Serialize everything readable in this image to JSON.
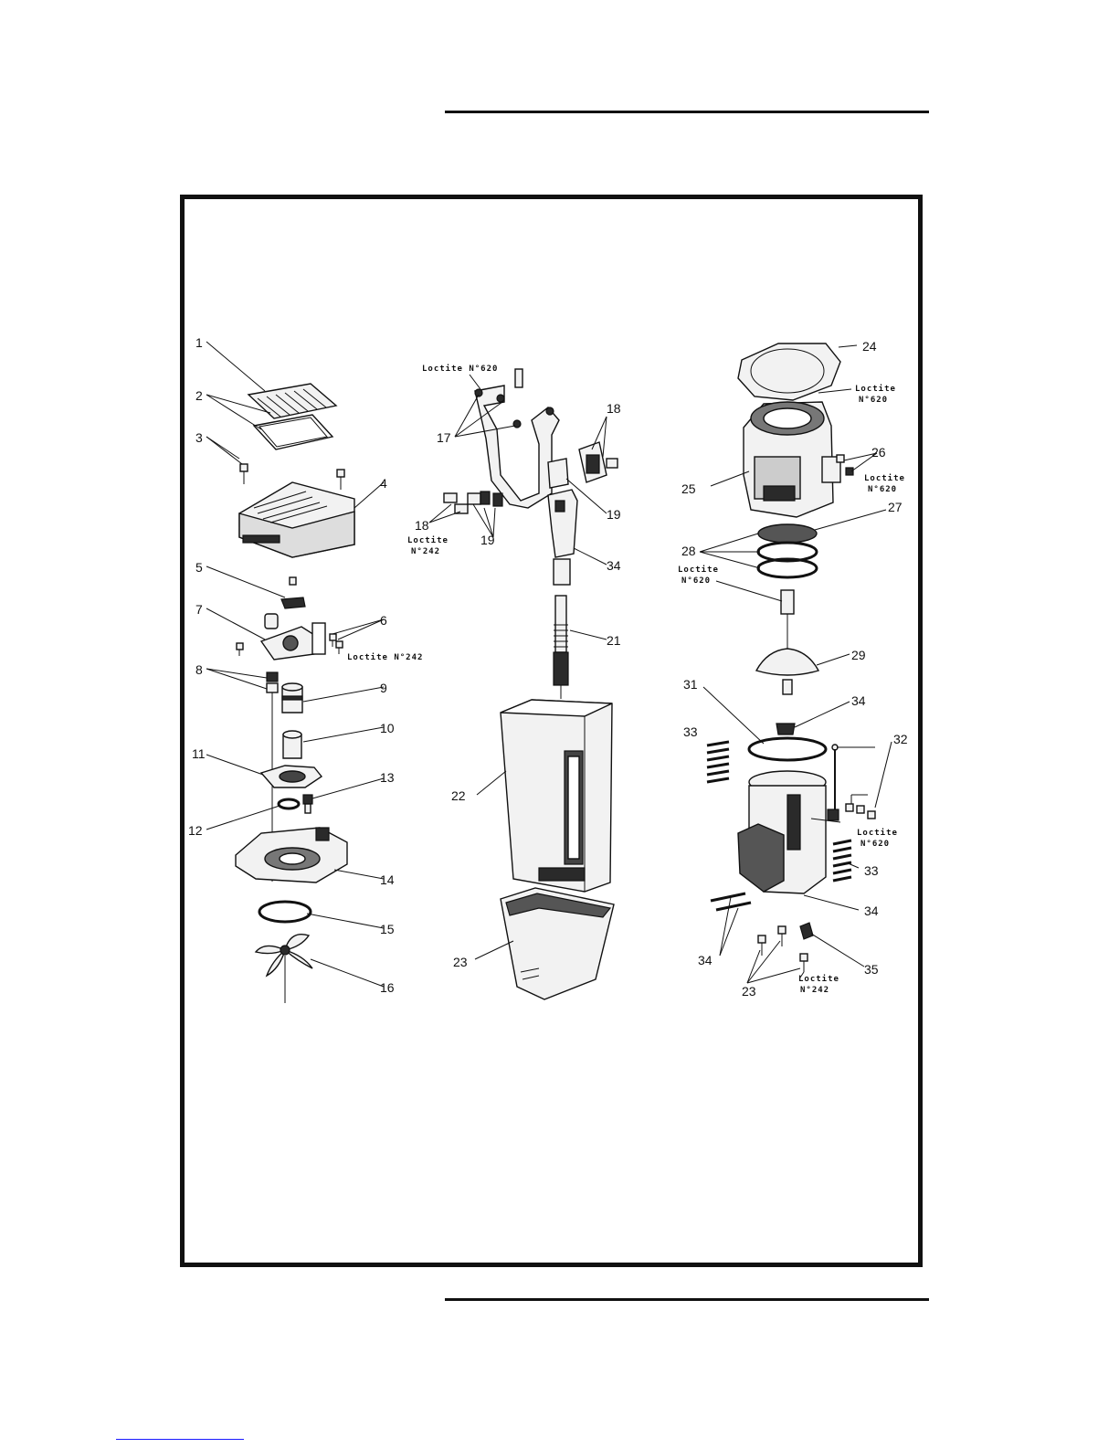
{
  "diagram": {
    "callouts": [
      {
        "id": "c1",
        "label": "1"
      },
      {
        "id": "c2",
        "label": "2"
      },
      {
        "id": "c3",
        "label": "3"
      },
      {
        "id": "c4",
        "label": "4"
      },
      {
        "id": "c5",
        "label": "5"
      },
      {
        "id": "c6",
        "label": "6"
      },
      {
        "id": "c7",
        "label": "7"
      },
      {
        "id": "c8",
        "label": "8"
      },
      {
        "id": "c9",
        "label": "9"
      },
      {
        "id": "c10",
        "label": "10"
      },
      {
        "id": "c11",
        "label": "11"
      },
      {
        "id": "c12",
        "label": "12"
      },
      {
        "id": "c13",
        "label": "13"
      },
      {
        "id": "c14",
        "label": "14"
      },
      {
        "id": "c15",
        "label": "15"
      },
      {
        "id": "c16",
        "label": "16"
      },
      {
        "id": "c17",
        "label": "17"
      },
      {
        "id": "c18a",
        "label": "18"
      },
      {
        "id": "c18b",
        "label": "18"
      },
      {
        "id": "c19a",
        "label": "19"
      },
      {
        "id": "c19b",
        "label": "19"
      },
      {
        "id": "c21",
        "label": "21"
      },
      {
        "id": "c22",
        "label": "22"
      },
      {
        "id": "c23a",
        "label": "23"
      },
      {
        "id": "c34a",
        "label": "34"
      },
      {
        "id": "c24",
        "label": "24"
      },
      {
        "id": "c25",
        "label": "25"
      },
      {
        "id": "c26",
        "label": "26"
      },
      {
        "id": "c27",
        "label": "27"
      },
      {
        "id": "c28",
        "label": "28"
      },
      {
        "id": "c29",
        "label": "29"
      },
      {
        "id": "c31",
        "label": "31"
      },
      {
        "id": "c34b",
        "label": "34"
      },
      {
        "id": "c33a",
        "label": "33"
      },
      {
        "id": "c32",
        "label": "32"
      },
      {
        "id": "c33b",
        "label": "33"
      },
      {
        "id": "c34c",
        "label": "34"
      },
      {
        "id": "c34d",
        "label": "34"
      },
      {
        "id": "c23b",
        "label": "23"
      },
      {
        "id": "c35",
        "label": "35"
      }
    ],
    "notes": {
      "loctite620_top": "Loctite N°620",
      "loctite242_left": "Loctite N°242",
      "loctite620_r1_l1": "Loctite",
      "loctite620_r1_l2": "N°620",
      "loctite620_r2_l1": "Loctite",
      "loctite620_r2_l2": "N°620",
      "loctite620_r3_l1": "Loctite",
      "loctite620_r3_l2": "N°620",
      "loctite620_r4_l1": "Loctite",
      "loctite620_r4_l2": "N°620",
      "loctite242_mid_l1": "Loctite",
      "loctite242_mid_l2": "N°242",
      "loctite242_bot_l1": "Loctite",
      "loctite242_bot_l2": "N°242"
    }
  },
  "colors": {
    "ink": "#111111",
    "paper": "#ffffff",
    "footer_link": "#1a1aff"
  }
}
